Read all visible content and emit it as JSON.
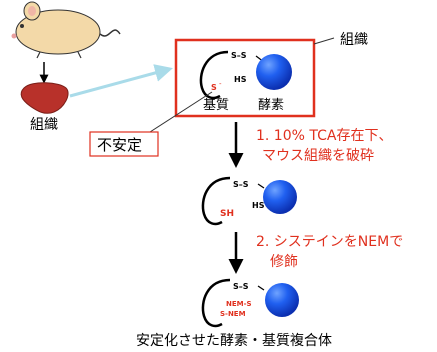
{
  "labels": {
    "tissue_top": "組織",
    "tissue_left": "組織",
    "substrate": "基質",
    "enzyme": "酵素",
    "unstable": "不安定",
    "step1_line1": "1. 10% TCA存在下、",
    "step1_line2": "マウス組織を破砕",
    "step2_line1": "2. システインをNEMで",
    "step2_line2": "修飾",
    "final": "安定化させた酵素・基質複合体"
  },
  "chem": {
    "ss": "S–S",
    "s_anion": "S",
    "anion_mark": "-",
    "hs": "HS",
    "sh": "SH",
    "nem_s": "NEM-S",
    "s_nem": "S-NEM"
  },
  "colors": {
    "red": "#e0301e",
    "enzyme_blue": "#1f5fe6",
    "arrow_light": "#a9dbe9",
    "liver": "#b8312a",
    "mouse": "#f3d9a8"
  }
}
